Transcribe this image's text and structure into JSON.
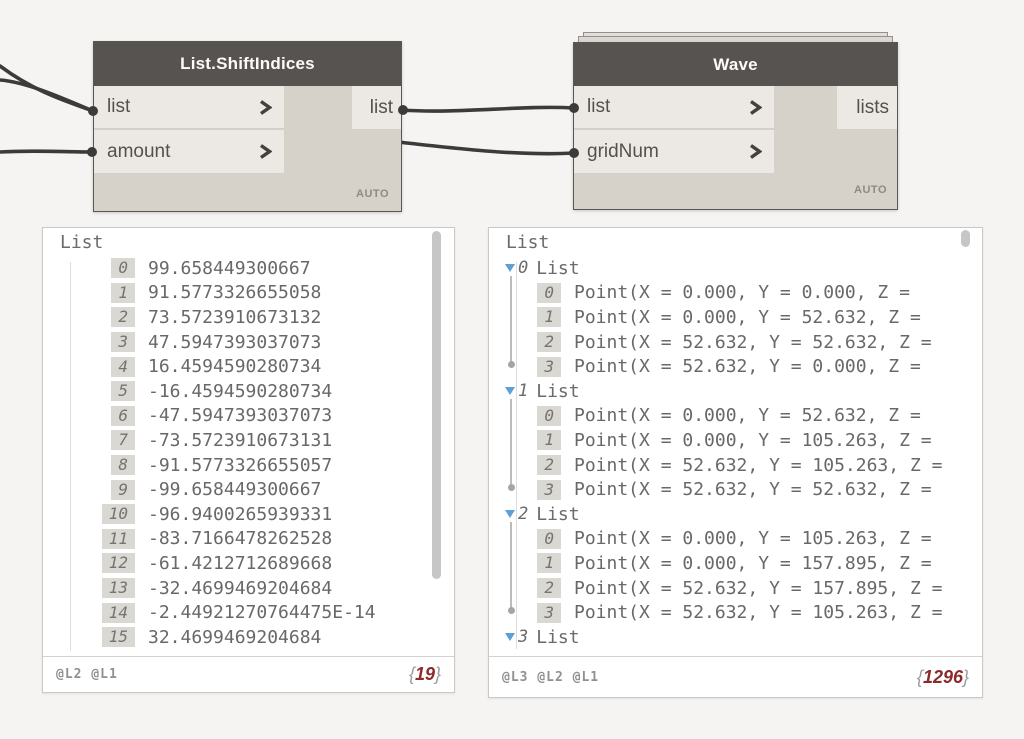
{
  "canvas": {
    "bg": "#f5f4f2"
  },
  "colors": {
    "wire": "#3b3b3b",
    "node_header": "#575350",
    "node_body": "#d6d2c9",
    "port_bg": "#ece9e4",
    "count_red": "#8d2a2a",
    "triangle_blue": "#5f9fd6"
  },
  "nodes": [
    {
      "title": "List.ShiftIndices",
      "inputs": [
        "list",
        "amount"
      ],
      "outputs": [
        "list"
      ],
      "lacing": "AUTO"
    },
    {
      "title": "Wave",
      "inputs": [
        "list",
        "gridNum"
      ],
      "outputs": [
        "lists"
      ],
      "lacing": "AUTO"
    }
  ],
  "preview_left": {
    "root_label": "List",
    "items": [
      {
        "index": "0",
        "value": "99.658449300667"
      },
      {
        "index": "1",
        "value": "91.5773326655058"
      },
      {
        "index": "2",
        "value": "73.5723910673132"
      },
      {
        "index": "3",
        "value": "47.5947393037073"
      },
      {
        "index": "4",
        "value": "16.4594590280734"
      },
      {
        "index": "5",
        "value": "-16.4594590280734"
      },
      {
        "index": "6",
        "value": "-47.5947393037073"
      },
      {
        "index": "7",
        "value": "-73.5723910673131"
      },
      {
        "index": "8",
        "value": "-91.5773326655057"
      },
      {
        "index": "9",
        "value": "-99.658449300667"
      },
      {
        "index": "10",
        "value": "-96.9400265939331"
      },
      {
        "index": "11",
        "value": "-83.7166478262528"
      },
      {
        "index": "12",
        "value": "-61.4212712689668"
      },
      {
        "index": "13",
        "value": "-32.4699469204684"
      },
      {
        "index": "14",
        "value": "-2.44921270764475E-14"
      },
      {
        "index": "15",
        "value": "32.4699469204684"
      }
    ],
    "levels": "@L2 @L1",
    "brace_open": "{",
    "count": "19",
    "brace_close": "}"
  },
  "preview_right": {
    "root_label": "List",
    "groups": [
      {
        "index": "0",
        "label": "List",
        "items": [
          {
            "index": "0",
            "value": "Point(X = 0.000, Y = 0.000, Z = "
          },
          {
            "index": "1",
            "value": "Point(X = 0.000, Y = 52.632, Z ="
          },
          {
            "index": "2",
            "value": "Point(X = 52.632, Y = 52.632, Z ="
          },
          {
            "index": "3",
            "value": "Point(X = 52.632, Y = 0.000, Z ="
          }
        ]
      },
      {
        "index": "1",
        "label": "List",
        "items": [
          {
            "index": "0",
            "value": "Point(X = 0.000, Y = 52.632, Z ="
          },
          {
            "index": "1",
            "value": "Point(X = 0.000, Y = 105.263, Z ="
          },
          {
            "index": "2",
            "value": "Point(X = 52.632, Y = 105.263, Z ="
          },
          {
            "index": "3",
            "value": "Point(X = 52.632, Y = 52.632, Z ="
          }
        ]
      },
      {
        "index": "2",
        "label": "List",
        "items": [
          {
            "index": "0",
            "value": "Point(X = 0.000, Y = 105.263, Z ="
          },
          {
            "index": "1",
            "value": "Point(X = 0.000, Y = 157.895, Z ="
          },
          {
            "index": "2",
            "value": "Point(X = 52.632, Y = 157.895, Z ="
          },
          {
            "index": "3",
            "value": "Point(X = 52.632, Y = 105.263, Z ="
          }
        ]
      },
      {
        "index": "3",
        "label": "List",
        "items": []
      }
    ],
    "levels": "@L3 @L2 @L1",
    "brace_open": "{",
    "count": "1296",
    "brace_close": "}"
  }
}
